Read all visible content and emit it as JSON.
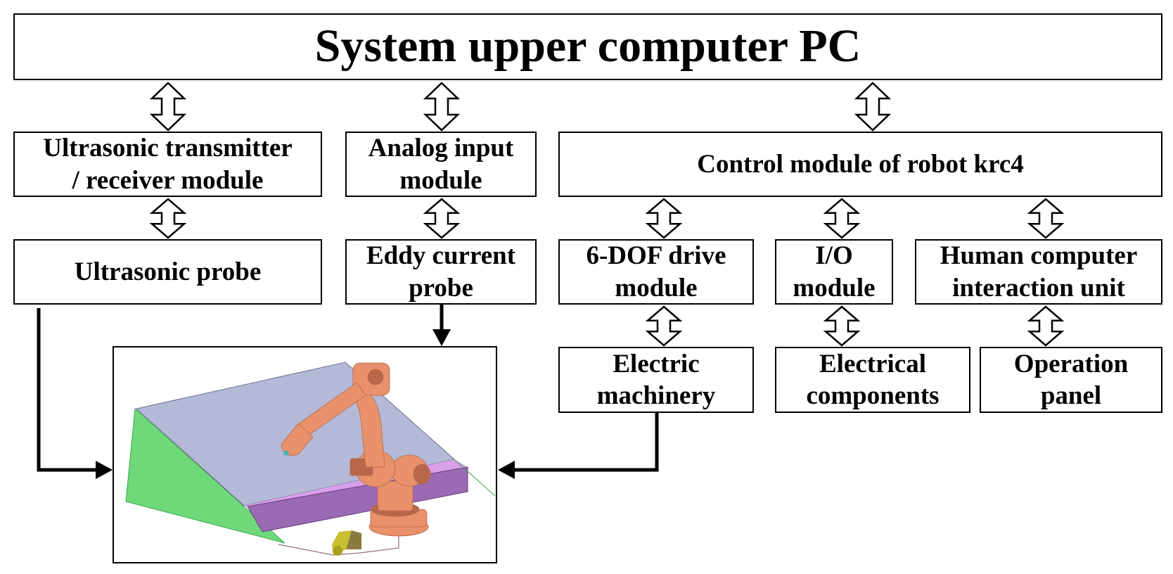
{
  "diagram": {
    "top": {
      "label": "System upper computer PC"
    },
    "level2": [
      {
        "id": "ultrasonic-tr",
        "label": "Ultrasonic transmitter\n/ receiver module"
      },
      {
        "id": "analog",
        "label": "Analog input\nmodule"
      },
      {
        "id": "control",
        "label": "Control module of robot krc4"
      }
    ],
    "level3": [
      {
        "id": "ultrasonic-probe",
        "label": "Ultrasonic probe"
      },
      {
        "id": "eddy",
        "label": "Eddy current\nprobe"
      },
      {
        "id": "drive",
        "label": "6-DOF drive\nmodule"
      },
      {
        "id": "io",
        "label": "I/O\nmodule"
      },
      {
        "id": "hci",
        "label": "Human computer\ninteraction unit"
      }
    ],
    "level4": [
      {
        "id": "motor",
        "label": "Electric\nmachinery"
      },
      {
        "id": "electrical",
        "label": "Electrical\ncomponents"
      },
      {
        "id": "panel",
        "label": "Operation\npanel"
      }
    ],
    "connections": [
      {
        "from": "top",
        "to": "ultrasonic-tr",
        "type": "bidirectional"
      },
      {
        "from": "top",
        "to": "analog",
        "type": "bidirectional"
      },
      {
        "from": "top",
        "to": "control",
        "type": "bidirectional"
      },
      {
        "from": "ultrasonic-tr",
        "to": "ultrasonic-probe",
        "type": "bidirectional"
      },
      {
        "from": "analog",
        "to": "eddy",
        "type": "bidirectional"
      },
      {
        "from": "control",
        "to": "drive",
        "type": "bidirectional"
      },
      {
        "from": "control",
        "to": "io",
        "type": "bidirectional"
      },
      {
        "from": "control",
        "to": "hci",
        "type": "bidirectional"
      },
      {
        "from": "drive",
        "to": "motor",
        "type": "bidirectional"
      },
      {
        "from": "io",
        "to": "electrical",
        "type": "bidirectional"
      },
      {
        "from": "hci",
        "to": "panel",
        "type": "bidirectional"
      },
      {
        "from": "ultrasonic-probe",
        "to": "robot-scene",
        "type": "directed"
      },
      {
        "from": "eddy",
        "to": "robot-scene",
        "type": "directed"
      },
      {
        "from": "motor",
        "to": "robot-scene",
        "type": "directed"
      }
    ],
    "scene": {
      "description": "Industrial robot arm inspecting an inclined plate",
      "colors": {
        "plate": "#b3b9d6",
        "support": "#6fd97a",
        "trough": "#9a6bb3",
        "trough_top": "#d9a0e8",
        "robot": "#e8916a",
        "robot_dark": "#b8674a",
        "controller": "#c8c030"
      }
    }
  }
}
